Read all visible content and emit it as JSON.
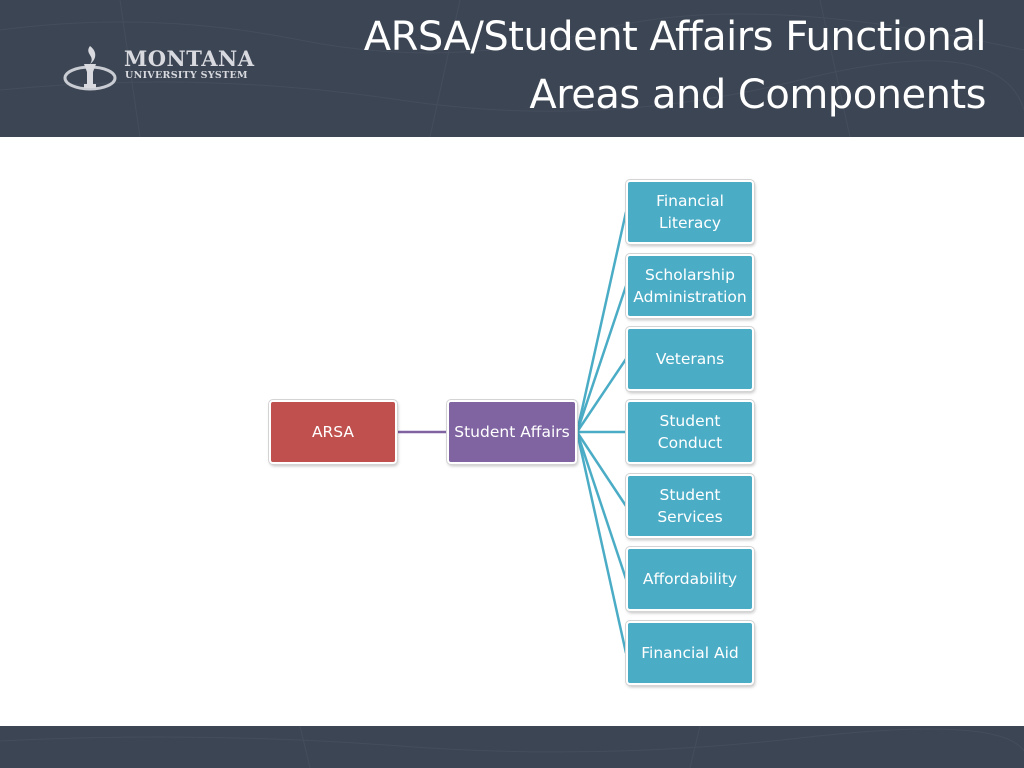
{
  "slide": {
    "title": "ARSA/Student Affairs Functional Areas and Components"
  },
  "logo": {
    "name": "MONTANA",
    "subtitle": "UNIVERSITY SYSTEM",
    "icon": "torch-icon"
  },
  "diagram": {
    "root": {
      "label": "ARSA",
      "color": "#c0504d"
    },
    "branch": {
      "label": "Student Affairs",
      "color": "#8064a2"
    },
    "leaves": [
      {
        "label": "Financial Literacy"
      },
      {
        "label": "Scholarship Administration"
      },
      {
        "label": "Veterans"
      },
      {
        "label": "Student Conduct"
      },
      {
        "label": "Student Services"
      },
      {
        "label": "Affordability"
      },
      {
        "label": "Financial Aid"
      }
    ],
    "leaf_color": "#4bacc6"
  },
  "colors": {
    "banner": "#3c4553",
    "connector_root": "#8064a2",
    "connector_leaves": "#4bacc6"
  }
}
